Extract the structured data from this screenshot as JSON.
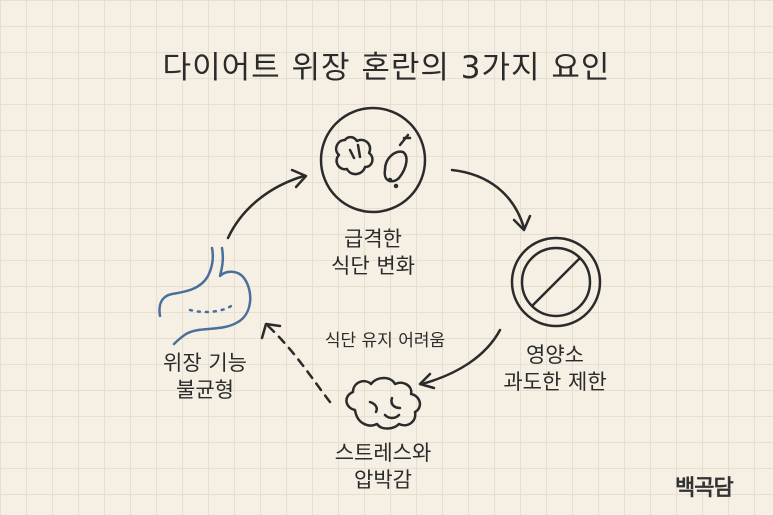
{
  "title": "다이어트 위장 혼란의 3가지 요인",
  "nodes": {
    "diet_change": {
      "line1": "급격한",
      "line2": "식단 변화",
      "icon": "food-plate-icon"
    },
    "nutrient": {
      "line1": "영양소",
      "line2": "과도한 제한",
      "icon": "prohibited-icon"
    },
    "stress": {
      "line1": "스트레스와",
      "line2": "압박감",
      "icon": "brain-icon"
    },
    "stomach": {
      "line1": "위장 기능",
      "line2": "불균형",
      "icon": "stomach-icon"
    }
  },
  "dashed_label": "식단 유지 어려움",
  "logo": "백곡담",
  "colors": {
    "stroke": "#2b2b2b",
    "stomach": "#4a6f9a",
    "background": "#f6f0e4"
  }
}
